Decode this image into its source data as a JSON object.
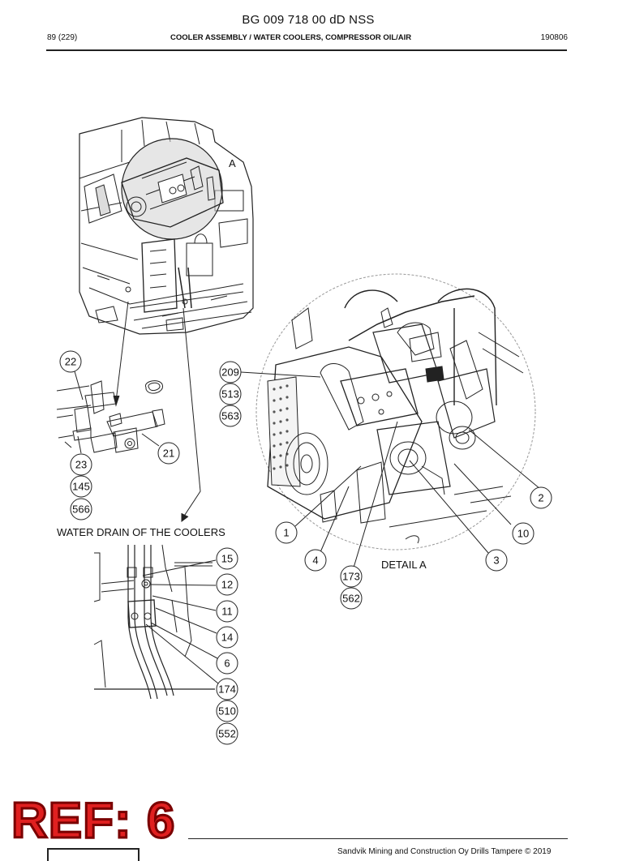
{
  "header": {
    "doc_title": "BG 009 718 00 dD NSS",
    "page": "89 (229)",
    "section": "COOLER ASSEMBLY / WATER COOLERS, COMPRESSOR OIL/AIR",
    "code": "190806"
  },
  "labels": {
    "view_a": "A",
    "water_drain": "WATER DRAIN OF THE COOLERS",
    "detail": "DETAIL  A"
  },
  "callouts": {
    "c22": "22",
    "c23": "23",
    "c145": "145",
    "c566": "566",
    "c21": "21",
    "c209": "209",
    "c513": "513",
    "c563": "563",
    "c2": "2",
    "c10": "10",
    "c3": "3",
    "c1": "1",
    "c4": "4",
    "c173": "173",
    "c562": "562",
    "c15": "15",
    "c12": "12",
    "c11": "11",
    "c14": "14",
    "c6": "6",
    "c174": "174",
    "c510": "510",
    "c552": "552"
  },
  "stamp": {
    "ref": "REF: 6"
  },
  "footer": {
    "copyright": "Sandvik Mining and Construction Oy Drills Tampere © 2019"
  }
}
